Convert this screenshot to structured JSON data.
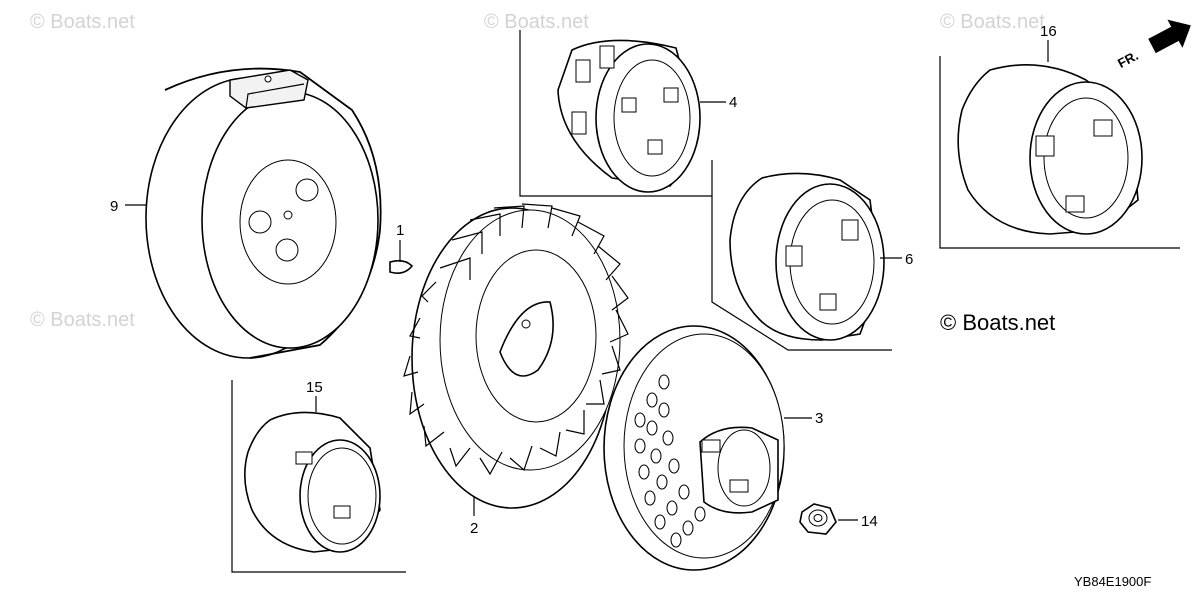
{
  "watermarks": {
    "top_left": "© Boats.net",
    "top_center": "© Boats.net",
    "top_right": "© Boats.net",
    "mid_left": "© Boats.net",
    "main_copyright": "© Boats.net"
  },
  "direction_indicator": {
    "label": "FR."
  },
  "diagram_code": "YB84E1900F",
  "callouts": {
    "c1": "1",
    "c2": "2",
    "c3": "3",
    "c4": "4",
    "c6": "6",
    "c9": "9",
    "c14": "14",
    "c15": "15",
    "c16": "16"
  }
}
